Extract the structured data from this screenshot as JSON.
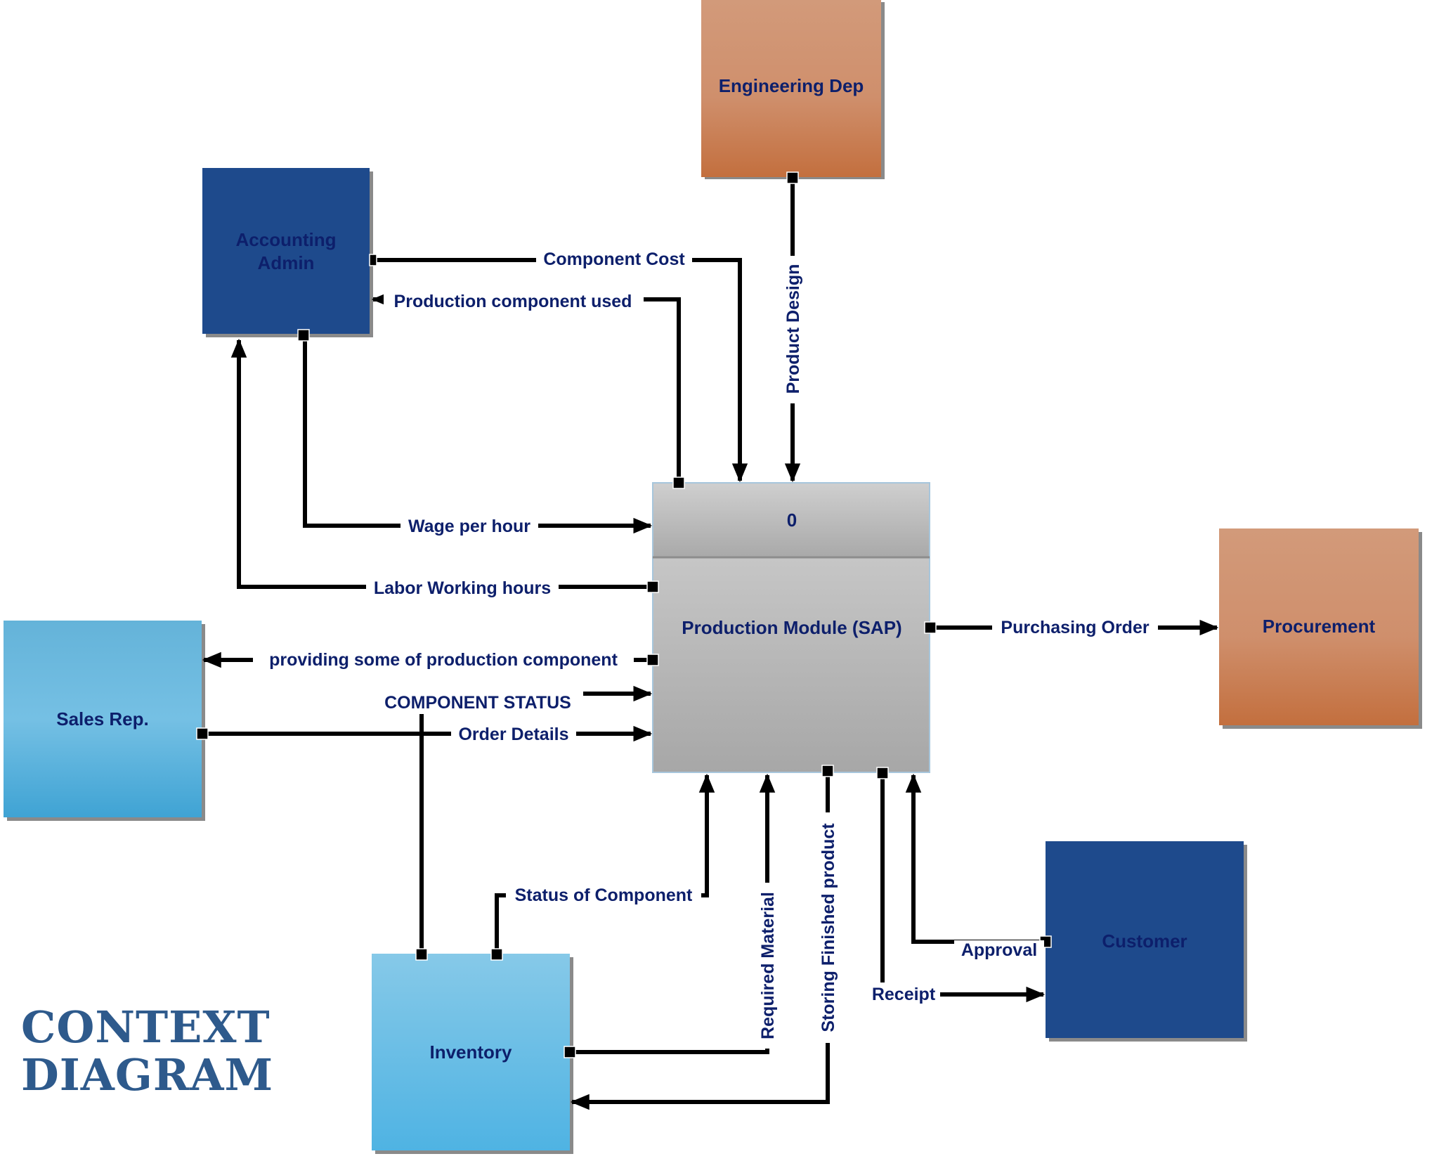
{
  "title": {
    "line1": "CONTEXT",
    "line2": "DIAGRAM"
  },
  "process": {
    "number": "0",
    "name": "Production Module (SAP)"
  },
  "entities": {
    "engineering": "Engineering Dep",
    "accounting_line1": "Accounting",
    "accounting_line2": "Admin",
    "procurement": "Procurement",
    "sales": "Sales Rep.",
    "inventory": "Inventory",
    "customer": "Customer"
  },
  "flows": {
    "component_cost": "Component Cost",
    "production_component_used": "Production component used",
    "product_design": "Product Design",
    "wage_per_hour": "Wage per hour",
    "labor_working_hours": "Labor Working hours",
    "purchasing_order": "Purchasing Order",
    "providing_components": "providing some of production component",
    "component_status_caps": "COMPONENT STATUS",
    "order_details": "Order Details",
    "status_of_component": "Status of Component",
    "required_material": "Required Material",
    "storing_finished_product": "Storing Finished product",
    "receipt": "Receipt",
    "approval": "Approval"
  },
  "colors": {
    "dark_blue": "#1e4a8c",
    "light_blue": "#4aaedc",
    "orange": "#c97a4a",
    "gray": "#b0b0b0",
    "text": "#0d1f6b",
    "title": "#2e5a8c"
  }
}
